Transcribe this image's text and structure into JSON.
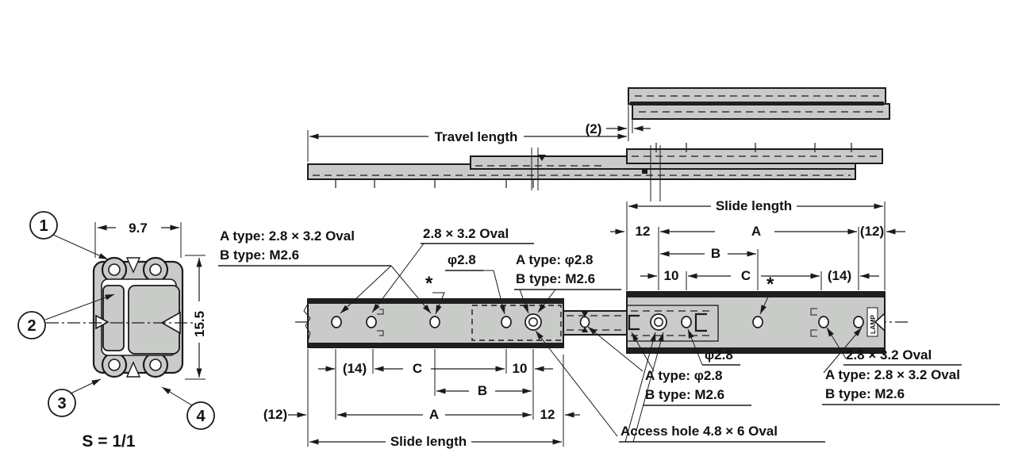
{
  "colors": {
    "line": "#1a1a1a",
    "fill": "#c9cbc9",
    "background": "#ffffff"
  },
  "scale_label": "S = 1/1",
  "balloons": {
    "b1": "1",
    "b2": "2",
    "b3": "3",
    "b4": "4"
  },
  "section": {
    "width_dim": "9.7",
    "height_dim": "15.5"
  },
  "top_view": {
    "travel": "Travel length",
    "offset": "(2)"
  },
  "dims": {
    "slide": "Slide length",
    "A": "A",
    "B": "B",
    "C": "C",
    "n10": "10",
    "n12": "12",
    "p12": "(12)",
    "p14": "(14)"
  },
  "labels": {
    "oval": "2.8 × 3.2 Oval",
    "typeA_oval": "A type: 2.8 × 3.2 Oval",
    "typeA_phi": "A type: φ2.8",
    "typeB": "B type: M2.6",
    "phi": "φ2.8",
    "access": "Access hole 4.8 × 6 Oval",
    "asterisk": "*",
    "brand": "LAMP"
  }
}
